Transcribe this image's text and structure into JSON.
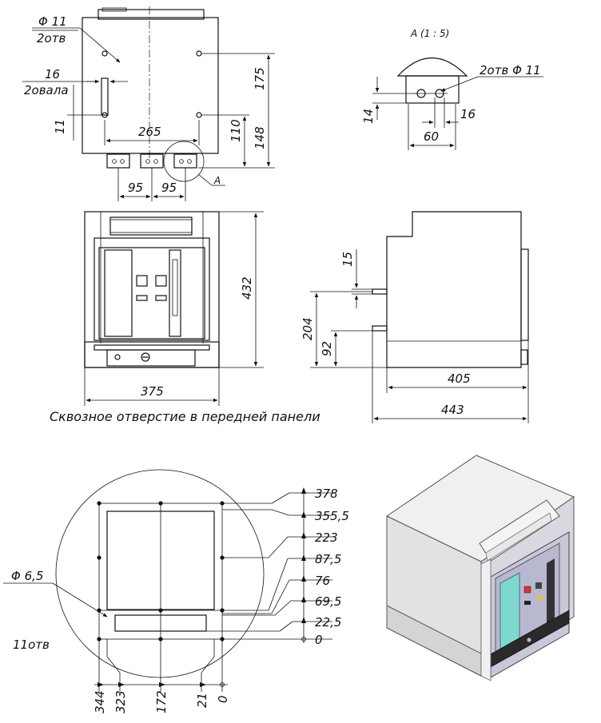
{
  "top_view": {
    "hole_callout": [
      "Φ 11",
      "2отв"
    ],
    "slot_callout": [
      "16",
      "2овала"
    ],
    "dims": {
      "d11": "11",
      "d265": "265",
      "d175": "175",
      "d110": "110",
      "d148": "148",
      "d95a": "95",
      "d95b": "95"
    },
    "detail_ref": "A"
  },
  "detail_a": {
    "title": "A (1 : 5)",
    "hole_callout": "2отв Φ 11",
    "dims": {
      "d14": "14",
      "d16": "16",
      "d60": "60"
    }
  },
  "front_view": {
    "dims": {
      "d432": "432",
      "d375": "375"
    },
    "caption": "Сквозное отверстие в передней панели"
  },
  "side_view": {
    "dims": {
      "d15": "15",
      "d204": "204",
      "d92": "92",
      "d405": "405",
      "d443": "443"
    }
  },
  "cutout_view": {
    "hole_callout": "Φ 6,5",
    "hole_count": "11отв",
    "vertical_ordinates": [
      "378",
      "355,5",
      "223",
      "87,5",
      "76",
      "69,5",
      "22,5",
      "0"
    ],
    "horizontal_ordinates": [
      "344",
      "323",
      "172",
      "21",
      "0"
    ]
  },
  "iso_view": {
    "body_color": "#e6e6e6",
    "panel_color": "#c8c8d8",
    "screen_color": "#7fd8d0",
    "indicator_color": "#e03030"
  }
}
